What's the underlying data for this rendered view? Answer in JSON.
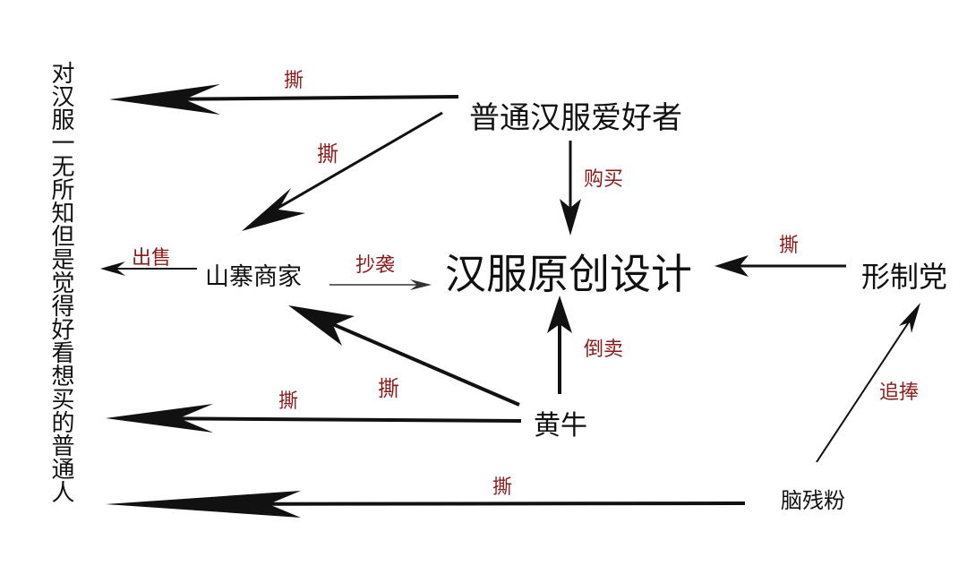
{
  "nodes": {
    "enthusiast": "普通汉服爱好者",
    "original_design": "汉服原创设计",
    "shanzhai_merchant": "山寨商家",
    "form_party": "形制党",
    "scalper": "黄牛",
    "fanatic": "脑残粉",
    "ordinary_people": "对汉服一无所知但是觉得好看想买的普通人"
  },
  "edge_labels": {
    "enthusiast_to_left": "撕",
    "enthusiast_to_merchant": "撕",
    "enthusiast_to_design": "购买",
    "merchant_to_left": "出售",
    "merchant_to_design": "抄袭",
    "form_party_to_design": "撕",
    "scalper_to_design": "倒卖",
    "scalper_to_merchant": "撕",
    "scalper_to_left": "撕",
    "fanatic_to_form_party": "追捧",
    "fanatic_to_left": "撕"
  },
  "colors": {
    "label": "#8b1a1a",
    "arrow": "#111111"
  }
}
